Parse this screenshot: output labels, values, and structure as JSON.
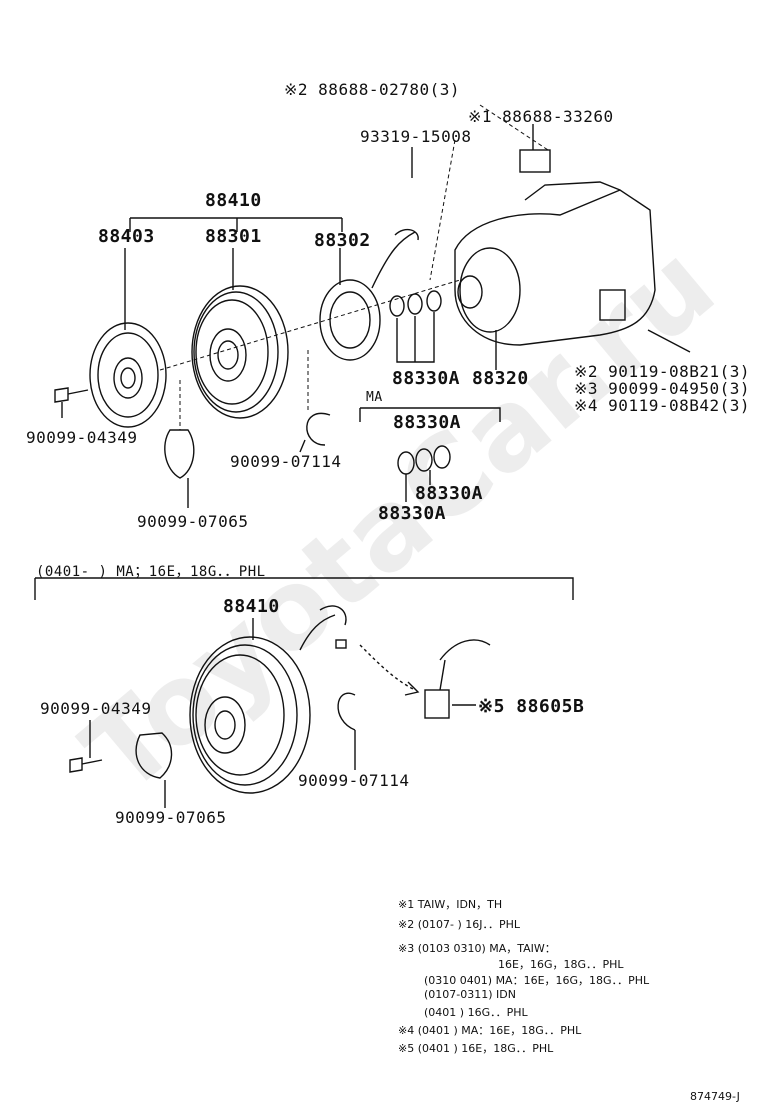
{
  "watermark": "ToyotaCar.ru",
  "labels": {
    "p88688_02780": "※2 88688-02780(3)",
    "p88688_33260": "※1 88688-33260",
    "p93319_15008": "93319-15008",
    "p88410_top": "88410",
    "p88403": "88403",
    "p88301": "88301",
    "p88302": "88302",
    "p88330a_top": "88330A",
    "p88320": "88320",
    "b90119_08b21": "※2 90119-08B21(3)",
    "b90099_04950": "※3 90099-04950(3)",
    "b90119_08b42": "※4 90119-08B42(3)",
    "p90099_04349_top": "90099-04349",
    "p90099_07114_top": "90099-07114",
    "p90099_07065_top": "90099-07065",
    "ma_label": "MA",
    "ma_88330a_1": "88330A",
    "ma_88330a_2": "88330A",
    "ma_88330a_3": "88330A",
    "section_range": "(0401-      ) MA；16E，18G．．PHL",
    "p88410_bot": "88410",
    "p90099_04349_bot": "90099-04349",
    "p90099_07114_bot": "90099-07114",
    "p90099_07065_bot": "90099-07065",
    "p88605b": "※5 88605B"
  },
  "notes": [
    "※1  TAIW，IDN，TH",
    "※2  (0107-      )  16J．．PHL",
    "※3  (0103  0310) MA，TAIW：",
    "16E，16G，18G．．PHL",
    "(0310  0401) MA：16E，16G，18G．．PHL",
    "(0107-0311) IDN",
    "(0401        ) 16G．．PHL",
    "※4  (0401        ) MA：16E，18G．．PHL",
    "※5  (0401        ) 16E，18G．．PHL"
  ],
  "figure_id": "874749-J"
}
